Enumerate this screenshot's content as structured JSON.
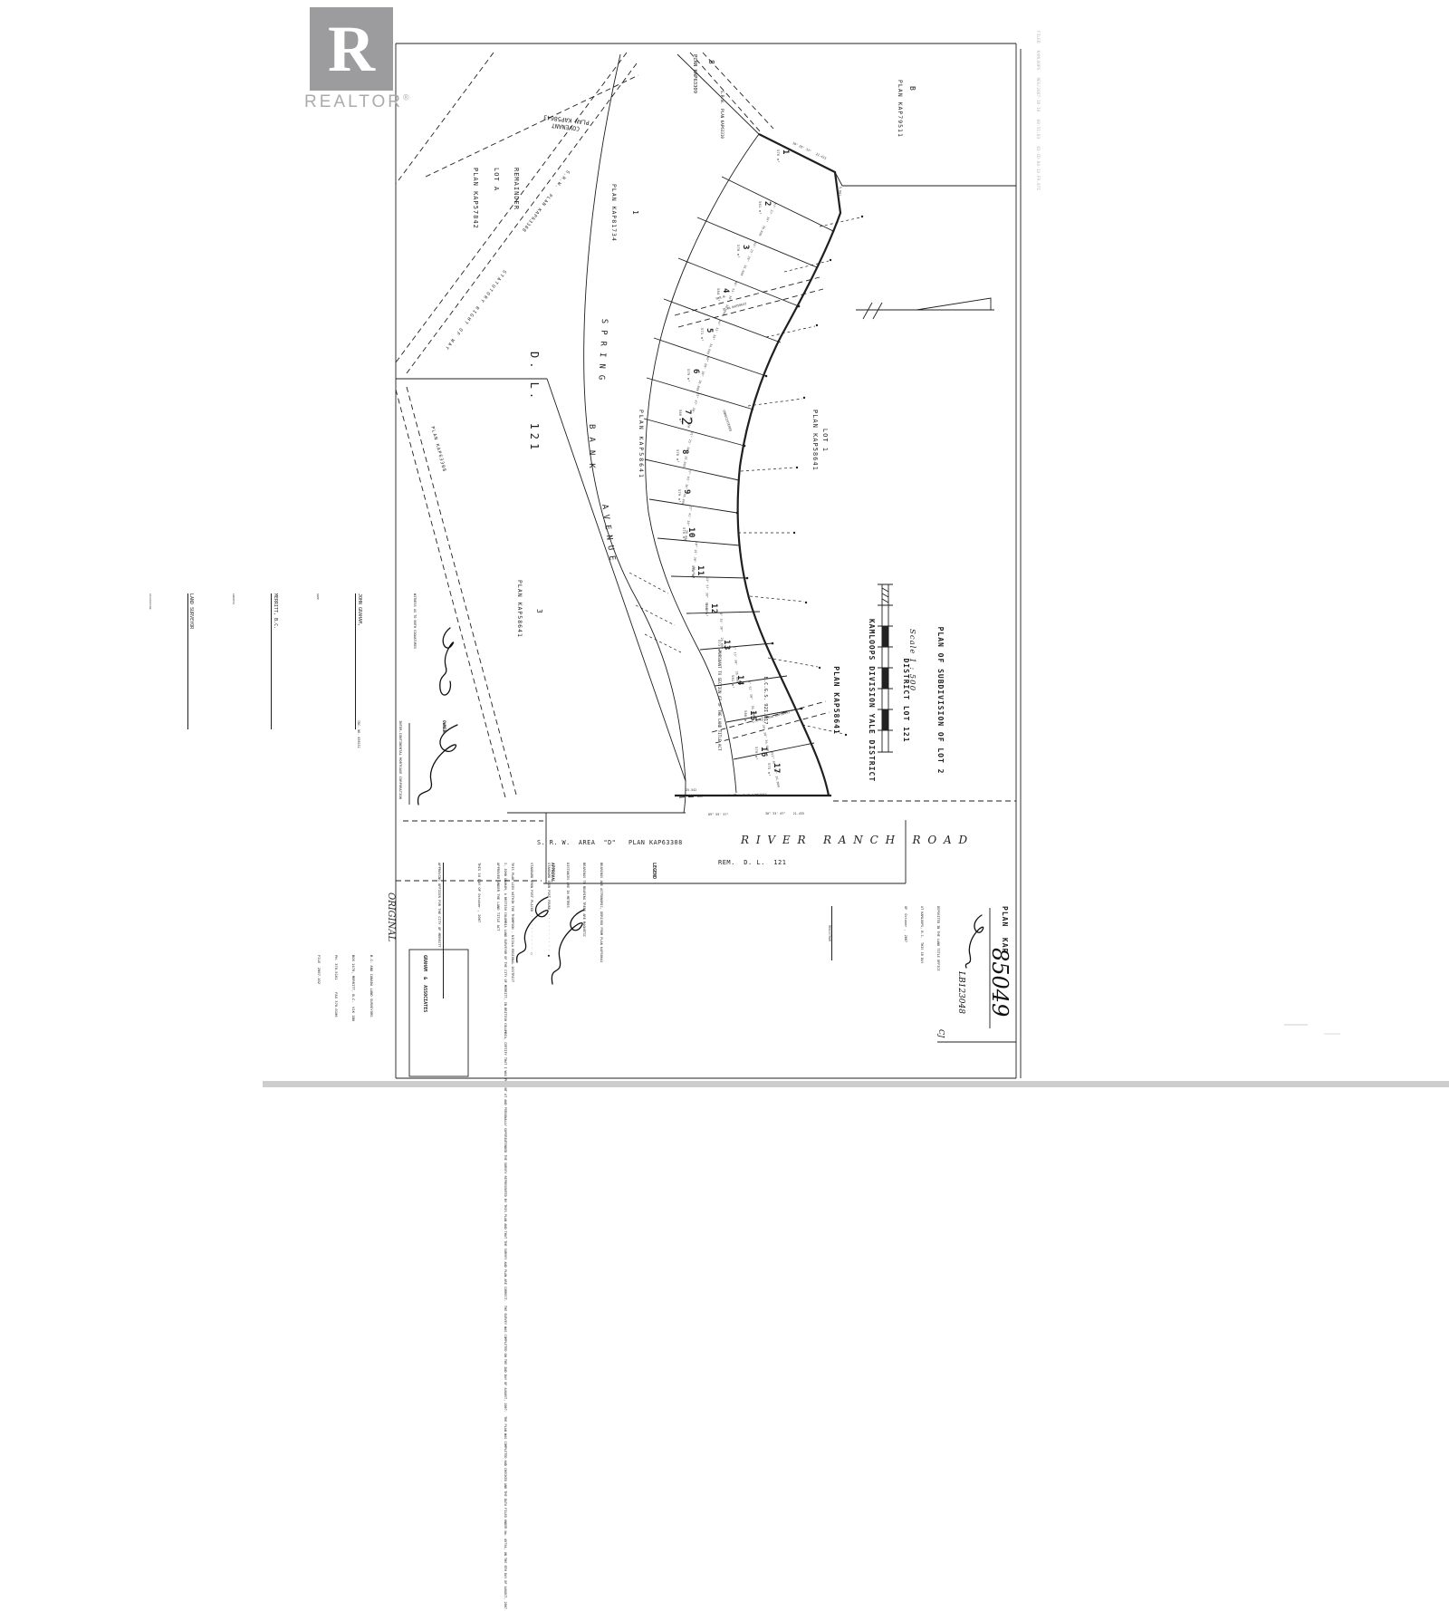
{
  "branding": {
    "logo_letter": "R",
    "logo_word": "REALTOR",
    "registered_mark": "®"
  },
  "edge_note": "FILED   KAMLOOPS   REG/2007-10-18   08:51:03   01-CD-04-14.FR.871",
  "title_block": {
    "line1": "PLAN OF SUBDIVISION OF LOT 2",
    "line2": "DISTRICT LOT 121",
    "line3": "KAMLOOPS DIVISION YALE DISTRICT",
    "line4": "PLAN KAP58641",
    "bcgs": "B.C.G.S. 92I.017",
    "pursuant": "PURSUANT TO SECTION 67 OF THE LAND TITLE ACT",
    "scale": "Scale 1 : 500"
  },
  "parcels": {
    "covenant_l1": "COVENANT",
    "covenant_l2": "PLAN KAP58643",
    "remainder": "REMAINDER\n\nLOT A\n\nPLAN KAP57842",
    "plan_kap81734": "PLAN KAP81734",
    "lot1_kap81734": "1",
    "dl121": "D. L.  121",
    "parcel3": "3",
    "plan_kap58641_w": "PLAN KAP58641",
    "lot_b": "B",
    "plan_kap79511": "PLAN KAP79511",
    "parcel8": "8",
    "plan_kap63309": "PLAN KAP63309",
    "srw_kap63310": "S.R.W.  PLAN KAP63310",
    "lot1_e": "LOT 1",
    "plan_kap58641_e": "PLAN KAP58641",
    "parcel2_big": "2",
    "plan_kap58641_c": "PLAN KAP58641",
    "srw_west": "S.R.W.  PLAN KAP63308",
    "statutory": "STATUTORY RIGHT OF WAY",
    "srw_sw": "PLAN KAP63308"
  },
  "roads": {
    "spring": "SPRING",
    "bank": "BANK",
    "avenue": "AVENUE",
    "river_ranch": "R I V E R   R A N C H   R O A D",
    "srw_area_d": "S. R. W.  AREA  \"D\"   PLAN KAP63308",
    "rem_dl": "REM.  D. L.  121"
  },
  "lots": [
    {
      "num": "1",
      "area": "570 m²"
    },
    {
      "num": "2",
      "area": "561 m²"
    },
    {
      "num": "3",
      "area": "578 m²"
    },
    {
      "num": "4",
      "area": "584 m²"
    },
    {
      "num": "5",
      "area": "571 m²"
    },
    {
      "num": "6",
      "area": "579 m²"
    },
    {
      "num": "7",
      "area": "566 m²"
    },
    {
      "num": "8",
      "area": "578 m²"
    },
    {
      "num": "9",
      "area": "579 m²"
    },
    {
      "num": "10",
      "area": "570 m²"
    },
    {
      "num": "11",
      "area": "568 m²"
    },
    {
      "num": "12",
      "area": "598 m²"
    },
    {
      "num": "13",
      "area": "573 m²"
    },
    {
      "num": "14",
      "area": "581 m²"
    },
    {
      "num": "15",
      "area": "588 m²"
    },
    {
      "num": "16",
      "area": "579 m²"
    },
    {
      "num": "17",
      "area": "575 m²"
    }
  ],
  "dims": [
    "57° 37' 30\"  36.000",
    "53° 15' 30\"  36.000",
    "48° 53' 30\"  36.000",
    "44° 31' 30\"  36.000",
    "40° 09' 30\"  36.000",
    "35° 47' 30\"  36.020",
    "31° 25' 30\"  26.000",
    "27° 03' 30\"  36.000",
    "22° 41' 30\"  36.000",
    "18° 19' 30\"  36.020",
    "13° 57' 30\"  36.000",
    "9° 35' 30\"   26.000",
    "5° 13' 30\"   36.000",
    "0° 51' 30\"   36.000",
    "356° 29' 30\" 36.020",
    "352° 07' 30\" 36.000"
  ],
  "micro": {
    "lot1_top": "30° 05' 33\"   21.433",
    "corner": "5.661",
    "d25542": "25.542",
    "brg_a": "89° 59' 57\"",
    "brg_b": "30° 33' 07\"    21.435",
    "kap57983": "PLAN KAP57983",
    "srw_s": "S.R.W.",
    "srw_plan": "PLAN KAP58643",
    "srw_lower": "S.R.W.  PLAN KAP58643",
    "unregistered": "UNREGISTERED"
  },
  "legend": {
    "title": "LEGEND",
    "l1": "BEARINGS ARE ASTRONOMIC, DERIVED FROM PLAN KAP58641",
    "l2": "BEARINGS TO BEARING TREES ARE MAGNETIC",
    "l3": "DISTANCES ARE IN METRES",
    "found": "STANDARD IRON POST FOUND  · · · · · · · · · ·  ●",
    "placed": "STANDARD IRON POST PLACED  · · · · · · · · ·  ○",
    "note": "THIS PLAN LIES WITHIN THE THOMPSON - NICOLA REGIONAL DISTRICT"
  },
  "approval": {
    "title": "APPROVAL",
    "l1": "APPROVED UNDER THE LAND TITLE ACT",
    "l2": "THIS 16 DAY OF October , 2007",
    "officer": "APPROVING OFFICER FOR THE CITY OF MERRITT"
  },
  "certificate": {
    "text": "I, JOHN GRAHAM, A BRITISH COLUMBIA LAND SURVEYOR OF THE CITY OF MERRITT, IN BRITISH COLUMBIA, CERTIFY THAT I WAS PRESENT AT AND PERSONALLY SUPERINTENDED THE SURVEY REPRESENTED BY THIS PLAN AND THAT THE SURVEY AND PLAN ARE CORRECT.  THE SURVEY WAS COMPLETED ON THE 2ND DAY OF AUGUST, 2007.  THE PLAN WAS COMPLETED AND CHECKED AND THE DATA FILED UNDER No. 49754, ON THE 8TH DAY OF AUGUST, 2007."
  },
  "witness": {
    "heading": "WITNESS AS TO BOTH SIGNATURES",
    "name": "JOHN GRAHAM,",
    "name_label": "NAME",
    "address": "MERRITT, B.C.",
    "address_label": "ADDRESS",
    "occupation": "LAND SURVEYOR",
    "occupation_label": "OCCUPATION"
  },
  "owner": {
    "title": "OWNER",
    "company": "INTER-CONTINENTAL MORTGAGE CORPORATION",
    "inc_no": "INC. NO. 638152"
  },
  "firm": {
    "name": "GRAHAM  &  ASSOCIATES",
    "l2": "B.C. AND CANADA LAND SURVEYORS",
    "l3": "BOX 1478, MERRITT, B.C.  V1K 1B8",
    "l4": "PH. 378-5161      FAX 378-6106",
    "l5": "FILE  2007-102"
  },
  "plan_block": {
    "prefix": "PLAN  KAP",
    "number": "85049",
    "dep1": "DEPOSITED IN THE LAND TITLE OFFICE",
    "dep2": "AT KAMLOOPS, B.C.  THIS 18 DAY",
    "dep3": "OF  October ,  2007",
    "registrar": "REGISTRAR"
  },
  "handwritten": {
    "original": "ORIGINAL",
    "file_code": "LB123048",
    "initials": "CJ"
  }
}
